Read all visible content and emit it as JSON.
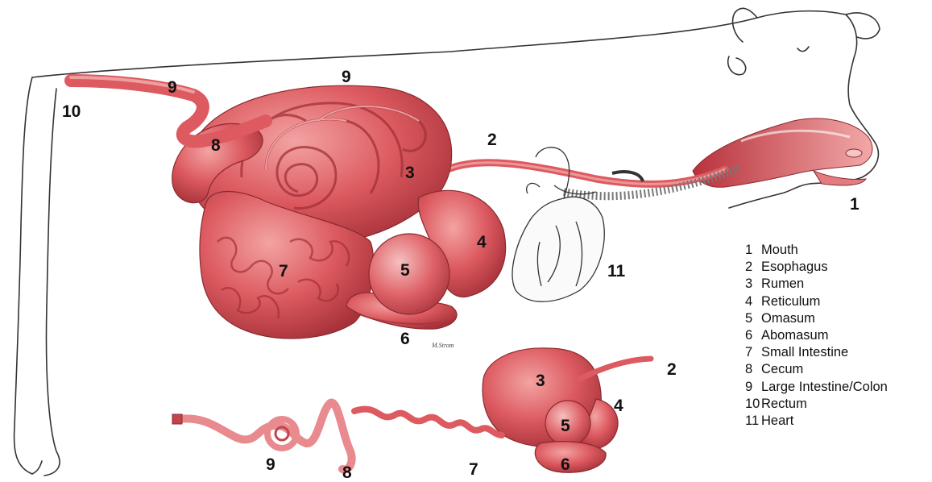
{
  "callouts": {
    "c1": "1",
    "c2": "2",
    "c3": "3",
    "c4": "4",
    "c5": "5",
    "c6": "6",
    "c7": "7",
    "c8": "8",
    "c9a": "9",
    "c9b": "9",
    "c10": "10",
    "c11": "11",
    "s2": "2",
    "s3": "3",
    "s4": "4",
    "s5": "5",
    "s6": "6",
    "s7": "7",
    "s8": "8",
    "s9": "9"
  },
  "legend": [
    {
      "num": "1",
      "label": "Mouth"
    },
    {
      "num": "2",
      "label": "Esophagus"
    },
    {
      "num": "3",
      "label": "Rumen"
    },
    {
      "num": "4",
      "label": "Reticulum"
    },
    {
      "num": "5",
      "label": "Omasum"
    },
    {
      "num": "6",
      "label": "Abomasum"
    },
    {
      "num": "7",
      "label": "Small Intestine"
    },
    {
      "num": "8",
      "label": "Cecum"
    },
    {
      "num": "9",
      "label": "Large Intestine/Colon"
    },
    {
      "num": "10",
      "label": "Rectum"
    },
    {
      "num": "11",
      "label": "Heart"
    }
  ],
  "colors": {
    "organ": "#dc5a60",
    "organ_light": "#f0a0a0",
    "organ_dark": "#a8323a",
    "outline": "#333333"
  }
}
